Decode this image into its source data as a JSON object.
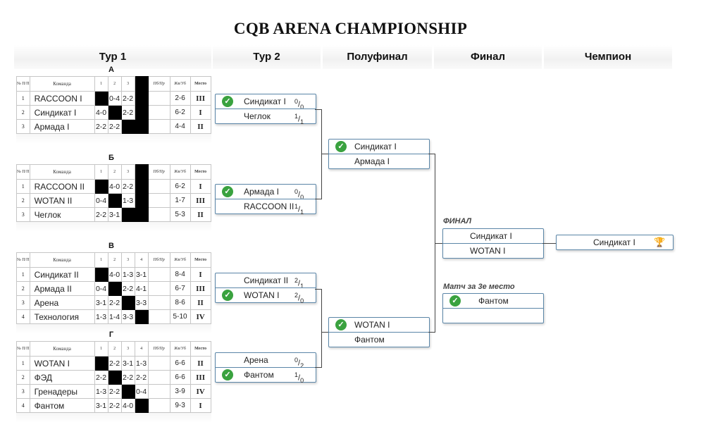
{
  "title": "CQB ARENA CHAMPIONSHIP",
  "columns": [
    "Тур 1",
    "Тур 2",
    "Полуфинал",
    "Финал",
    "Чемпион"
  ],
  "table_header": {
    "num": "№ П/П",
    "team": "Команда",
    "pb": "Пб/Пр",
    "ab": "Жв/Уб",
    "place": "Место"
  },
  "groups": [
    {
      "letter": "А",
      "cols": [
        "1",
        "2",
        "3"
      ],
      "rows": [
        {
          "n": "1",
          "team": "RACCOON I",
          "scores": [
            "",
            "0-4",
            "2-2"
          ],
          "ab": "2-6",
          "place": "III"
        },
        {
          "n": "2",
          "team": "Синдикат I",
          "scores": [
            "4-0",
            "",
            "2-2"
          ],
          "ab": "6-2",
          "place": "I"
        },
        {
          "n": "3",
          "team": "Армада I",
          "scores": [
            "2-2",
            "2-2",
            ""
          ],
          "ab": "4-4",
          "place": "II"
        }
      ]
    },
    {
      "letter": "Б",
      "cols": [
        "1",
        "2",
        "3"
      ],
      "rows": [
        {
          "n": "1",
          "team": "RACCOON II",
          "scores": [
            "",
            "4-0",
            "2-2"
          ],
          "ab": "6-2",
          "place": "I"
        },
        {
          "n": "2",
          "team": "WOTAN II",
          "scores": [
            "0-4",
            "",
            "1-3"
          ],
          "ab": "1-7",
          "place": "III"
        },
        {
          "n": "3",
          "team": "Чеглок",
          "scores": [
            "2-2",
            "3-1",
            ""
          ],
          "ab": "5-3",
          "place": "II"
        }
      ]
    },
    {
      "letter": "В",
      "cols": [
        "1",
        "2",
        "3",
        "4"
      ],
      "rows": [
        {
          "n": "1",
          "team": "Синдикат II",
          "scores": [
            "",
            "4-0",
            "1-3",
            "3-1"
          ],
          "ab": "8-4",
          "place": "I"
        },
        {
          "n": "2",
          "team": "Армада II",
          "scores": [
            "0-4",
            "",
            "2-2",
            "4-1"
          ],
          "ab": "6-7",
          "place": "III"
        },
        {
          "n": "3",
          "team": "Арена",
          "scores": [
            "3-1",
            "2-2",
            "",
            "3-3"
          ],
          "ab": "8-6",
          "place": "II"
        },
        {
          "n": "4",
          "team": "Технология",
          "scores": [
            "1-3",
            "1-4",
            "3-3",
            ""
          ],
          "ab": "5-10",
          "place": "IV"
        }
      ]
    },
    {
      "letter": "Г",
      "cols": [
        "1",
        "2",
        "3",
        "4"
      ],
      "rows": [
        {
          "n": "1",
          "team": "WOTAN I",
          "scores": [
            "",
            "2-2",
            "3-1",
            "1-3"
          ],
          "ab": "6-6",
          "place": "II"
        },
        {
          "n": "2",
          "team": "ФЭД",
          "scores": [
            "2-2",
            "",
            "2-2",
            "2-2"
          ],
          "ab": "6-6",
          "place": "III"
        },
        {
          "n": "3",
          "team": "Гренадеры",
          "scores": [
            "1-3",
            "2-2",
            "",
            "0-4"
          ],
          "ab": "3-9",
          "place": "IV"
        },
        {
          "n": "4",
          "team": "Фантом",
          "scores": [
            "3-1",
            "2-2",
            "4-0",
            ""
          ],
          "ab": "9-3",
          "place": "I"
        }
      ]
    }
  ],
  "round2": [
    {
      "top": {
        "team": "Синдикат I",
        "num": "0",
        "den": "0",
        "winner": true
      },
      "bottom": {
        "team": "Чеглок",
        "num": "1",
        "den": "1",
        "winner": false
      }
    },
    {
      "top": {
        "team": "Армада I",
        "num": "0",
        "den": "0",
        "winner": true
      },
      "bottom": {
        "team": "RACCOON II",
        "num": "1",
        "den": "1",
        "winner": false
      }
    },
    {
      "top": {
        "team": "Синдикат II",
        "num": "2",
        "den": "1",
        "winner": false
      },
      "bottom": {
        "team": "WOTAN I",
        "num": "2",
        "den": "0",
        "winner": true
      }
    },
    {
      "top": {
        "team": "Арена",
        "num": "0",
        "den": "2",
        "winner": false
      },
      "bottom": {
        "team": "Фантом",
        "num": "1",
        "den": "0",
        "winner": true
      }
    }
  ],
  "semifinal": [
    {
      "top": {
        "team": "Синдикат I",
        "winner": true
      },
      "bottom": {
        "team": "Армада I",
        "winner": false
      }
    },
    {
      "top": {
        "team": "WOTAN I",
        "winner": true
      },
      "bottom": {
        "team": "Фантом",
        "winner": false
      }
    }
  ],
  "final": {
    "label": "ФИНАЛ",
    "top": {
      "team": "Синдикат I",
      "winner": false
    },
    "bottom": {
      "team": "WOTAN I",
      "winner": false
    }
  },
  "third_place": {
    "label": "Матч за 3е место",
    "top": {
      "team": "Фантом",
      "winner": true
    },
    "bottom": {
      "team": "",
      "winner": false
    }
  },
  "champion": {
    "team": "Синдикат I",
    "icon": "trophy-icon"
  }
}
